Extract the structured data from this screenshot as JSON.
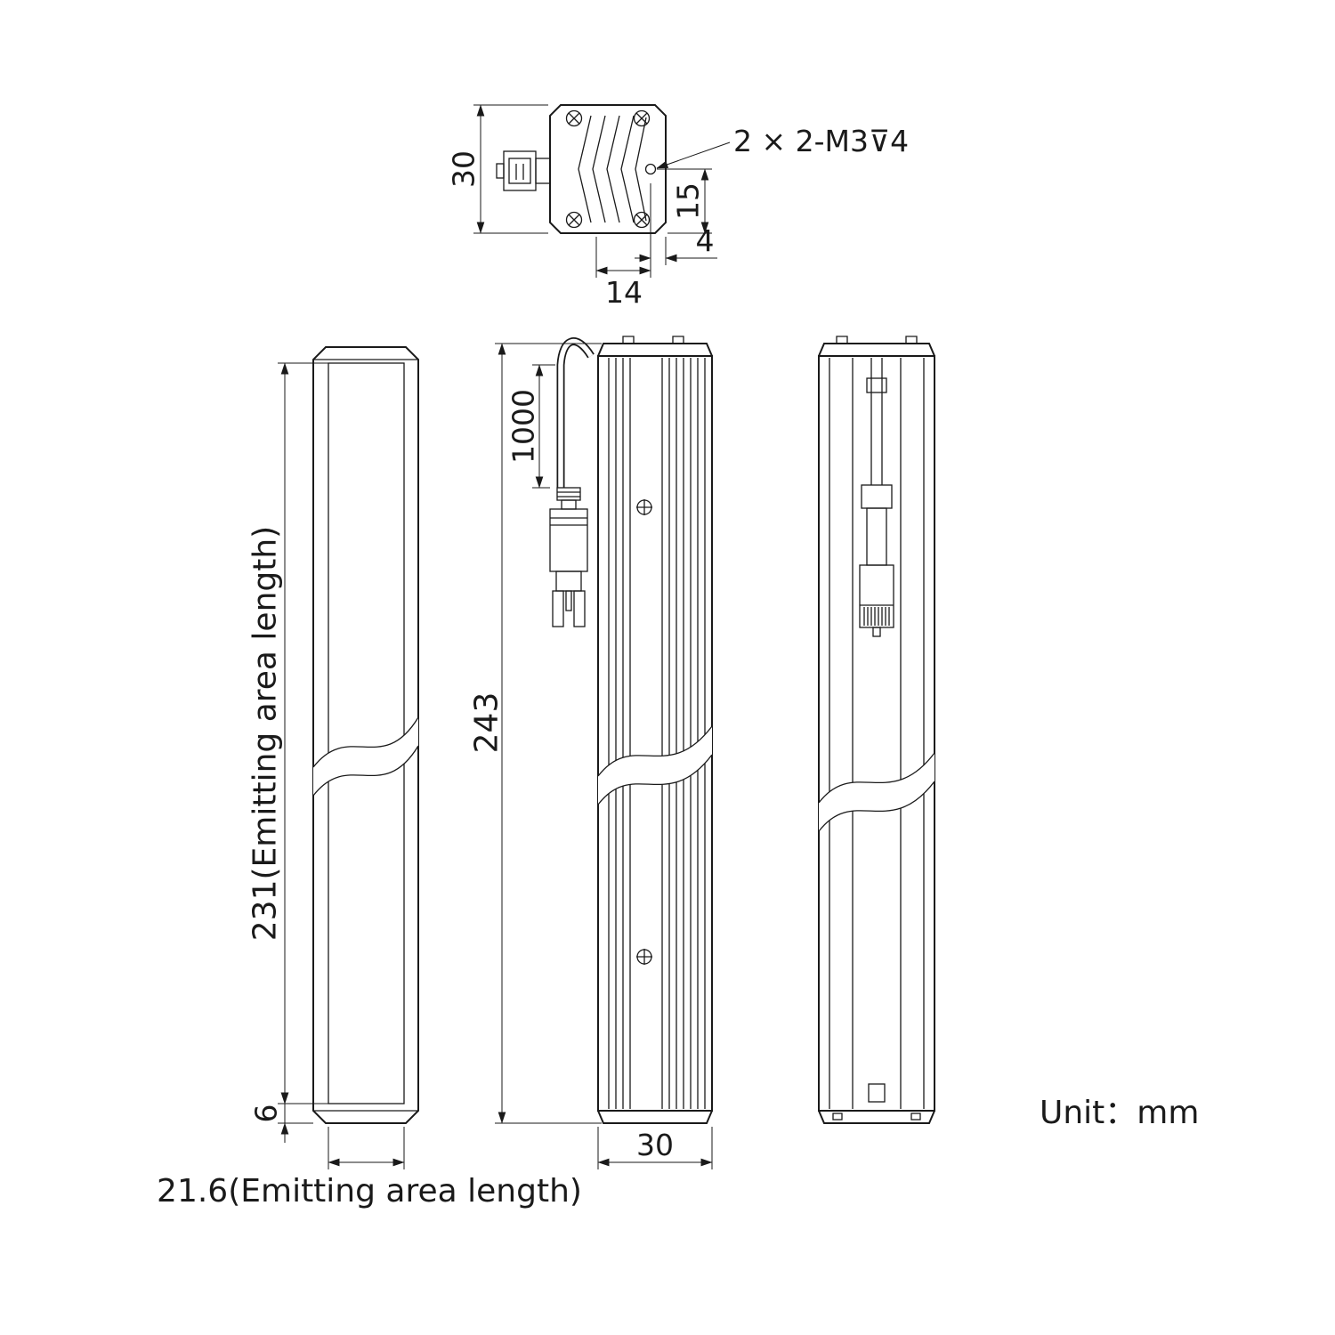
{
  "drawing": {
    "unit_label": "Unit：mm",
    "top_view": {
      "dim_height": "30",
      "hole_callout": "2 × 2-M3⊽4",
      "dim_hole_to_bottom": "15",
      "dim_hole_to_edge": "4",
      "dim_hole_spacing": "14"
    },
    "front_view": {
      "dim_emitting_length": "231(Emitting area length)",
      "dim_bottom_margin": "6",
      "dim_emitting_width": "21.6(Emitting area length)"
    },
    "side_view": {
      "dim_cable_length": "1000",
      "dim_overall_length": "243",
      "dim_width": "30"
    }
  }
}
